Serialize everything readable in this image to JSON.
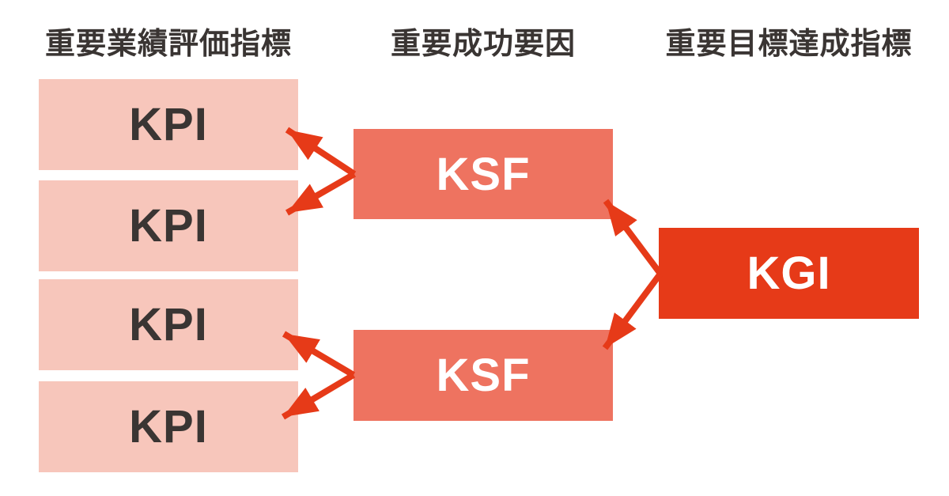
{
  "headers": {
    "kpi": "重要業績評価指標",
    "ksf": "重要成功要因",
    "kgi": "重要目標達成指標"
  },
  "nodes": {
    "kpi1": "KPI",
    "kpi2": "KPI",
    "kpi3": "KPI",
    "kpi4": "KPI",
    "ksf1": "KSF",
    "ksf2": "KSF",
    "kgi": "KGI"
  },
  "edges": [
    {
      "from": "KGI",
      "to": "KSF (upper)"
    },
    {
      "from": "KGI",
      "to": "KSF (lower)"
    },
    {
      "from": "KSF (upper)",
      "to": "KPI 1"
    },
    {
      "from": "KSF (upper)",
      "to": "KPI 2"
    },
    {
      "from": "KSF (lower)",
      "to": "KPI 3"
    },
    {
      "from": "KSF (lower)",
      "to": "KPI 4"
    }
  ],
  "colors": {
    "background": "#ffffff",
    "heading_text": "#3a3533",
    "kpi_fill": "#f7c6bb",
    "kpi_text": "#3a3533",
    "ksf_fill": "#ee7360",
    "kgi_fill": "#e63a18",
    "arrow": "#e63a18",
    "box_text_light": "#ffffff"
  }
}
